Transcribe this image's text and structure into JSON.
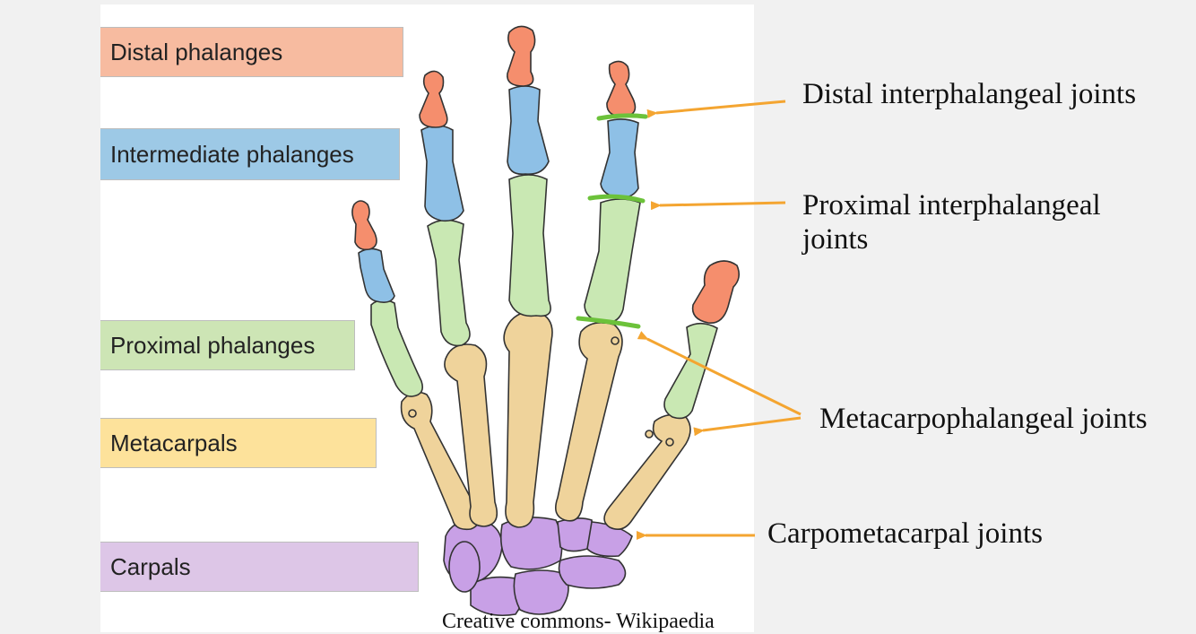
{
  "legend": {
    "distal": {
      "label": "Distal phalanges",
      "color": "#f7bba0"
    },
    "intermediate": {
      "label": "Intermediate phalanges",
      "color": "#9dc9e6"
    },
    "proximal": {
      "label": "Proximal phalanges",
      "color": "#cde5b5"
    },
    "metacarpals": {
      "label": "Metacarpals",
      "color": "#fde29b"
    },
    "carpals": {
      "label": "Carpals",
      "color": "#ddc6e7"
    }
  },
  "joints": {
    "distal_interphalangeal": "Distal interphalangeal joints",
    "proximal_interphalangeal": "Proximal interphalangeal joints",
    "metacarpophalangeal": "Metacarpophalangeal joints",
    "carpometacarpal": "Carpometacarpal joints"
  },
  "credit": "Creative commons- Wikipaedia",
  "colors": {
    "distal_bone": "#f58e6d",
    "intermediate_bone": "#8ec0e6",
    "proximal_bone": "#c9e8b3",
    "metacarpal_bone": "#efd39b",
    "carpal_bone": "#c8a0e6",
    "joint_marker": "#6cc23a",
    "arrow": "#f4a531"
  }
}
